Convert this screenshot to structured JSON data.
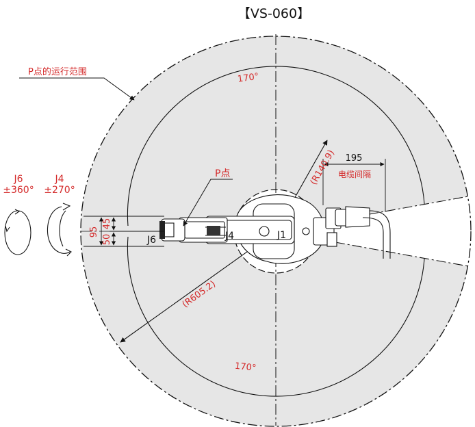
{
  "title": "【VS-060】",
  "labels": {
    "p_range": "P点的运行范围",
    "p_point": "P点",
    "angle_top": "170°",
    "angle_bottom": "170°",
    "r_outer": "(R605.2)",
    "r_inner": "(R140.9)",
    "dim_195": "195",
    "cable_gap": "电缆间隔",
    "dim_95": "95",
    "dim_50": "50",
    "dim_45": "45",
    "j1": "J1",
    "j4_on_arm": "J4",
    "j6_on_arm": "J6",
    "j6_name": "J6",
    "j6_range": "±360°",
    "j4_name": "J4",
    "j4_range": "±270°"
  },
  "colors": {
    "red_text": "#d42a2a",
    "shade": "#e6e6e6",
    "line": "#111111"
  }
}
